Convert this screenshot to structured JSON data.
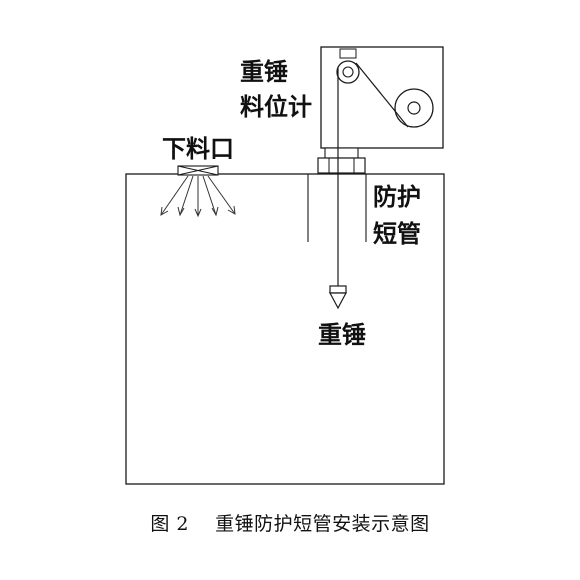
{
  "labels": {
    "gauge_line1": "重锤",
    "gauge_line2": "料位计",
    "feed_inlet": "下料口",
    "tube_line1": "防护",
    "tube_line2": "短管",
    "weight": "重锤"
  },
  "caption": {
    "figure_no": "图 2",
    "title": "重锤防护短管安装示意图"
  }
}
